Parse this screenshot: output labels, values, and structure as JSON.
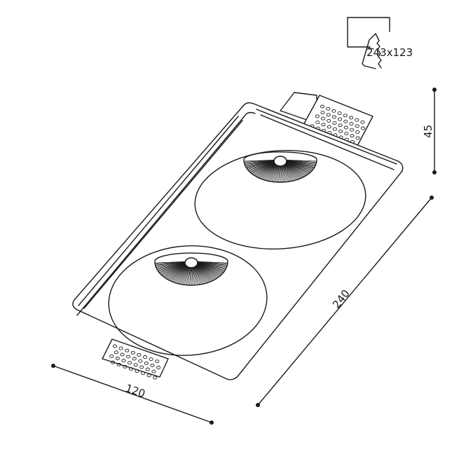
{
  "cutout_label": "243x123",
  "dimensions": {
    "height": "45",
    "length": "240",
    "width": "120"
  },
  "colors": {
    "stroke": "#1a1a1a",
    "background": "#ffffff"
  }
}
